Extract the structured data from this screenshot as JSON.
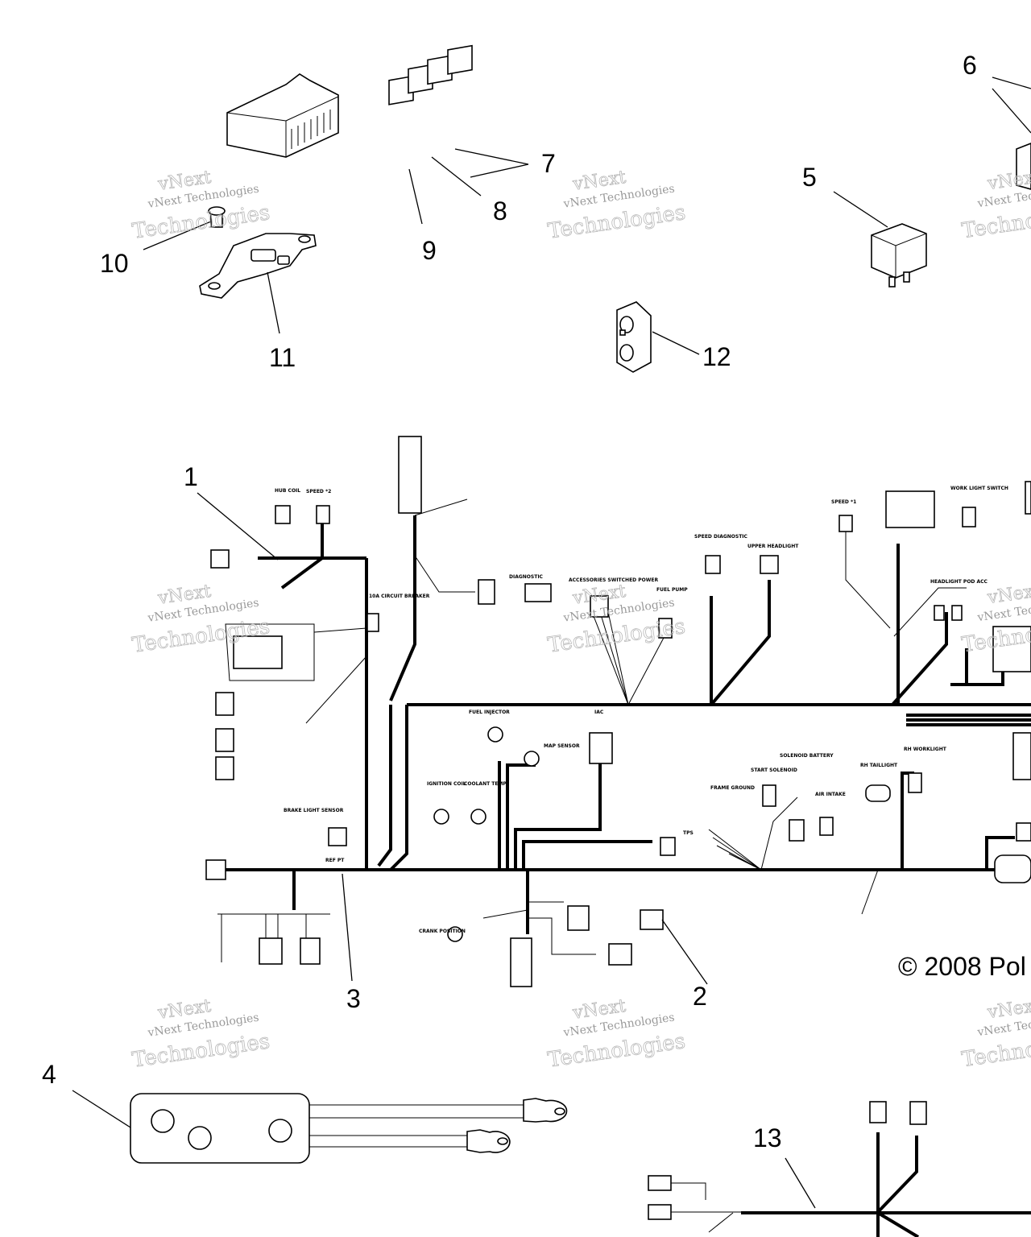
{
  "callouts": [
    {
      "id": "1",
      "text": "1"
    },
    {
      "id": "2",
      "text": "2"
    },
    {
      "id": "3",
      "text": "3"
    },
    {
      "id": "4",
      "text": "4"
    },
    {
      "id": "5",
      "text": "5"
    },
    {
      "id": "6",
      "text": "6"
    },
    {
      "id": "7",
      "text": "7"
    },
    {
      "id": "8",
      "text": "8"
    },
    {
      "id": "9",
      "text": "9"
    },
    {
      "id": "10",
      "text": "10"
    },
    {
      "id": "11",
      "text": "11"
    },
    {
      "id": "12",
      "text": "12"
    },
    {
      "id": "13",
      "text": "13"
    }
  ],
  "connector_labels": {
    "hub_coil": "HUB COIL",
    "speed_2": "SPEED *2",
    "circuit_breaker": "10A CIRCUIT BREAKER",
    "diagnostic": "DIAGNOSTIC",
    "accessories": "ACCESSORIES SWITCHED POWER",
    "fuel_pump": "FUEL PUMP",
    "speed_diagnostic": "SPEED DIAGNOSTIC",
    "upper_headlight": "UPPER HEADLIGHT",
    "speed_1": "SPEED *1",
    "work_light_switch": "WORK LIGHT SWITCH",
    "headlight_pod": "HEADLIGHT POD ACC",
    "fuel_injector": "FUEL INJECTOR",
    "iac": "IAC",
    "map_sensor": "MAP SENSOR",
    "ignition_coil": "IGNITION COIL",
    "coolant_temp": "COOLANT TEMP",
    "start_solenoid": "START SOLENOID",
    "solenoid_battery": "SOLENOID BATTERY",
    "frame_ground": "FRAME GROUND",
    "air_intake": "AIR INTAKE",
    "rh_taillight": "RH TAILLIGHT",
    "rh_worklight": "RH WORKLIGHT",
    "tps": "TPS",
    "brake_light_sensor": "BRAKE LIGHT SENSOR",
    "crank_position": "CRANK POSITION",
    "ref_pt": "REF PT"
  },
  "watermark": {
    "line1": "vNext",
    "line2": "vNext Technologies",
    "line3": "Technologies"
  },
  "copyright": "© 2008 Pol"
}
